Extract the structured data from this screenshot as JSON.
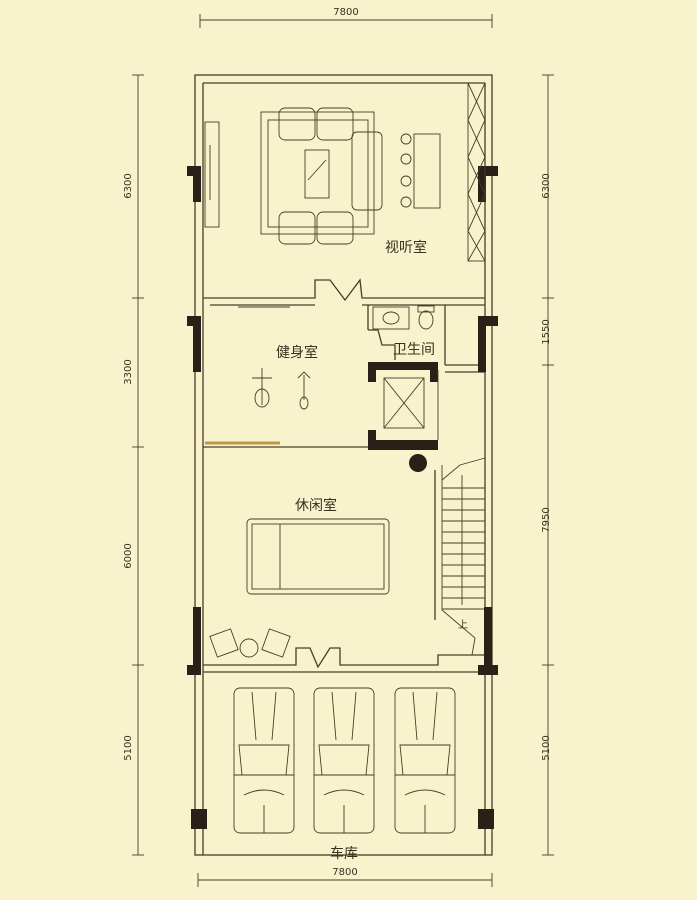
{
  "dimensions": {
    "top": "7800",
    "bottom": "7800",
    "left": [
      "6300",
      "3300",
      "6000",
      "5100"
    ],
    "right": [
      "6300",
      "1550",
      "7950",
      "5100"
    ]
  },
  "rooms": {
    "av_room": "视听室",
    "gym": "健身室",
    "bathroom": "卫生间",
    "leisure": "休闲室",
    "garage": "车库"
  },
  "stair_label": "上",
  "colors": {
    "background": "#f8f3cc",
    "lines": "#4a3d2a",
    "columns": "#2a2018"
  }
}
